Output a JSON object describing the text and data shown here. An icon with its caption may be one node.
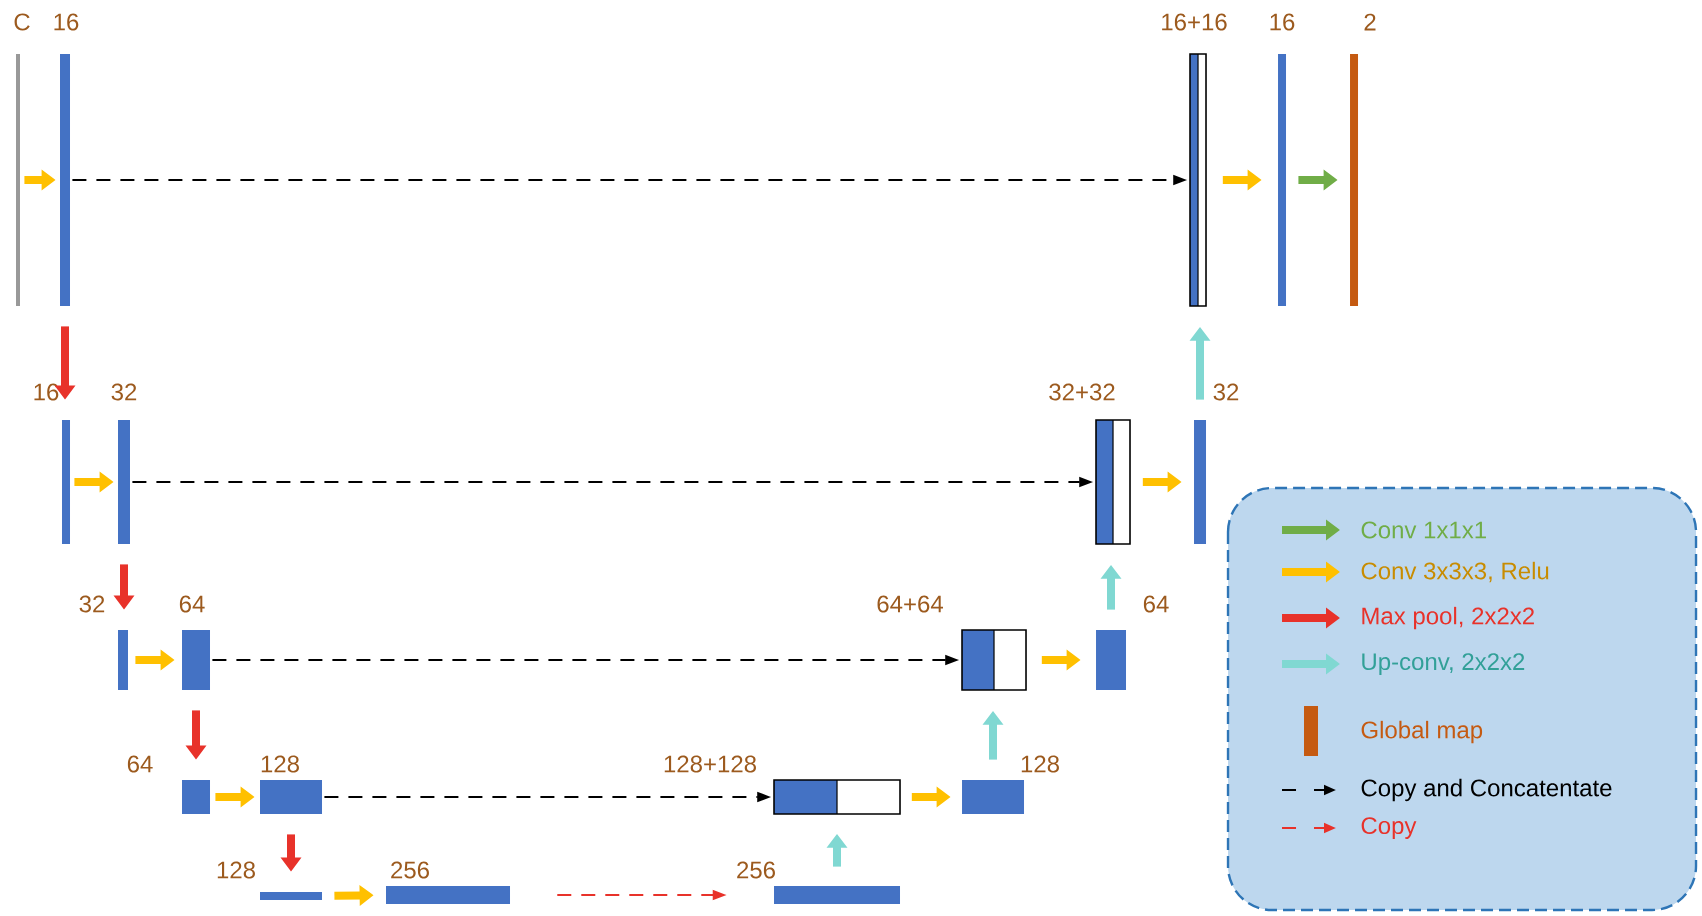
{
  "diagram": {
    "nodes": [
      {
        "text": [
          "C"
        ]
      },
      {
        "text": [
          "16"
        ]
      },
      {
        "text": [
          "16+16"
        ]
      },
      {
        "text": [
          "16"
        ]
      },
      {
        "text": [
          "2"
        ]
      },
      {
        "text": [
          "16"
        ]
      },
      {
        "text": [
          "32"
        ]
      },
      {
        "text": [
          "32+32"
        ]
      },
      {
        "text": [
          "32"
        ]
      },
      {
        "text": [
          "32"
        ]
      },
      {
        "text": [
          "64"
        ]
      },
      {
        "text": [
          "64+64"
        ]
      },
      {
        "text": [
          "64"
        ]
      },
      {
        "text": [
          "64"
        ]
      },
      {
        "text": [
          "128"
        ]
      },
      {
        "text": [
          "128+128"
        ]
      },
      {
        "text": [
          "128"
        ]
      },
      {
        "text": [
          "128"
        ]
      },
      {
        "text": [
          "256"
        ]
      },
      {
        "text": [
          "256"
        ]
      }
    ],
    "edges": [
      {
        "from": 0,
        "to": 1,
        "arrow": "to"
      },
      {
        "from": 1,
        "to": 2,
        "arrow": "to",
        "style": "dashed",
        "color": "#000000"
      },
      {
        "from": 2,
        "to": 3,
        "arrow": "to"
      },
      {
        "from": 3,
        "to": 4,
        "arrow": "to",
        "color": "#70ad47"
      },
      {
        "from": 1,
        "to": 5,
        "arrow": "to",
        "color": "#e8322a"
      },
      {
        "from": 8,
        "to": 2,
        "arrow": "to",
        "color": "#80d8d2"
      },
      {
        "from": 5,
        "to": 6,
        "arrow": "to"
      },
      {
        "from": 6,
        "to": 7,
        "arrow": "to",
        "style": "dashed",
        "color": "#000000"
      },
      {
        "from": 7,
        "to": 8,
        "arrow": "to"
      },
      {
        "from": 6,
        "to": 9,
        "arrow": "to",
        "color": "#e8322a"
      },
      {
        "from": 12,
        "to": 7,
        "arrow": "to",
        "color": "#80d8d2"
      },
      {
        "from": 9,
        "to": 10,
        "arrow": "to"
      },
      {
        "from": 10,
        "to": 11,
        "arrow": "to",
        "style": "dashed",
        "color": "#000000"
      },
      {
        "from": 11,
        "to": 12,
        "arrow": "to"
      },
      {
        "from": 10,
        "to": 13,
        "arrow": "to",
        "color": "#e8322a"
      },
      {
        "from": 16,
        "to": 11,
        "arrow": "to",
        "color": "#80d8d2"
      },
      {
        "from": 13,
        "to": 14,
        "arrow": "to"
      },
      {
        "from": 14,
        "to": 15,
        "arrow": "to",
        "style": "dashed",
        "color": "#000000"
      },
      {
        "from": 15,
        "to": 16,
        "arrow": "to"
      },
      {
        "from": 14,
        "to": 17,
        "arrow": "to",
        "color": "#e8322a"
      },
      {
        "from": 19,
        "to": 15,
        "arrow": "to",
        "color": "#80d8d2"
      },
      {
        "from": 17,
        "to": 18,
        "arrow": "to"
      },
      {
        "from": 18,
        "to": 19,
        "arrow": "to",
        "style": "dashed",
        "color": "#e8322a"
      }
    ],
    "legend": [
      {
        "text": "Conv 1x1x1",
        "color": "#70ad47"
      },
      {
        "text": "Conv 3x3x3, Relu",
        "color": "#ffc000"
      },
      {
        "text": "Max pool, 2x2x2",
        "color": "#e8322a"
      },
      {
        "text": "Up-conv, 2x2x2",
        "color": "#80d8d2"
      },
      {
        "text": "Global map",
        "color": "#c55a11"
      },
      {
        "text": "Copy and Concatentate"
      },
      {
        "text": "Copy"
      }
    ]
  }
}
